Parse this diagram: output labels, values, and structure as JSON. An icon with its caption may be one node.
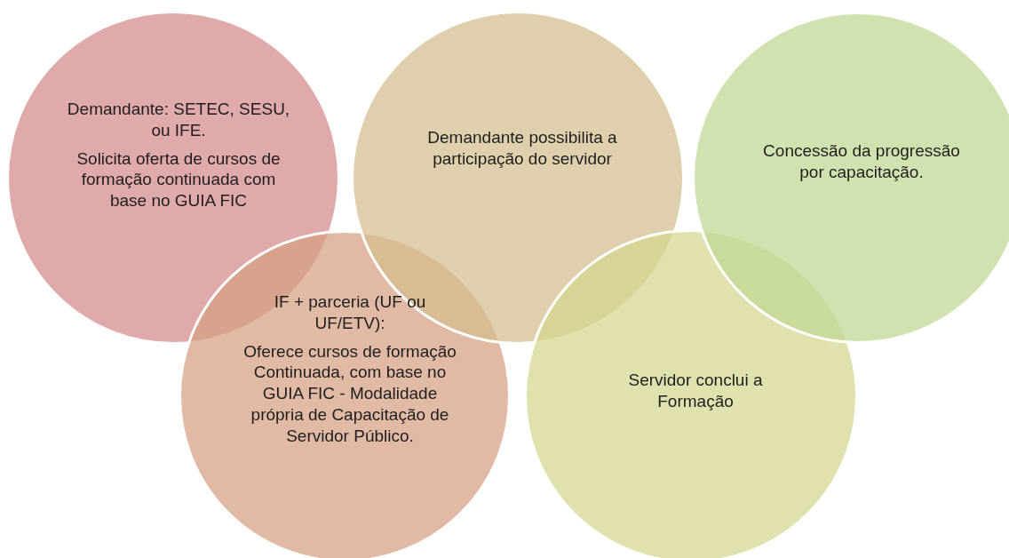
{
  "diagram": {
    "nodes": [
      {
        "text": [
          "Demandante: SETEC, SESU, ou IFE.",
          "Solicita oferta de cursos de formação continuada com base no GUIA FIC"
        ]
      },
      {
        "text": [
          "IF + parceria (UF ou UF/ETV):",
          "Oferece cursos de formação Continuada, com base no GUIA FIC - Modalidade própria de Capacitação de Servidor Público."
        ]
      },
      {
        "text": [
          "Demandante possibilita a participação do servidor"
        ]
      },
      {
        "text": [
          "Servidor conclui a Formação"
        ]
      },
      {
        "text": [
          "Concessão da progressão por capacitação."
        ]
      }
    ]
  }
}
